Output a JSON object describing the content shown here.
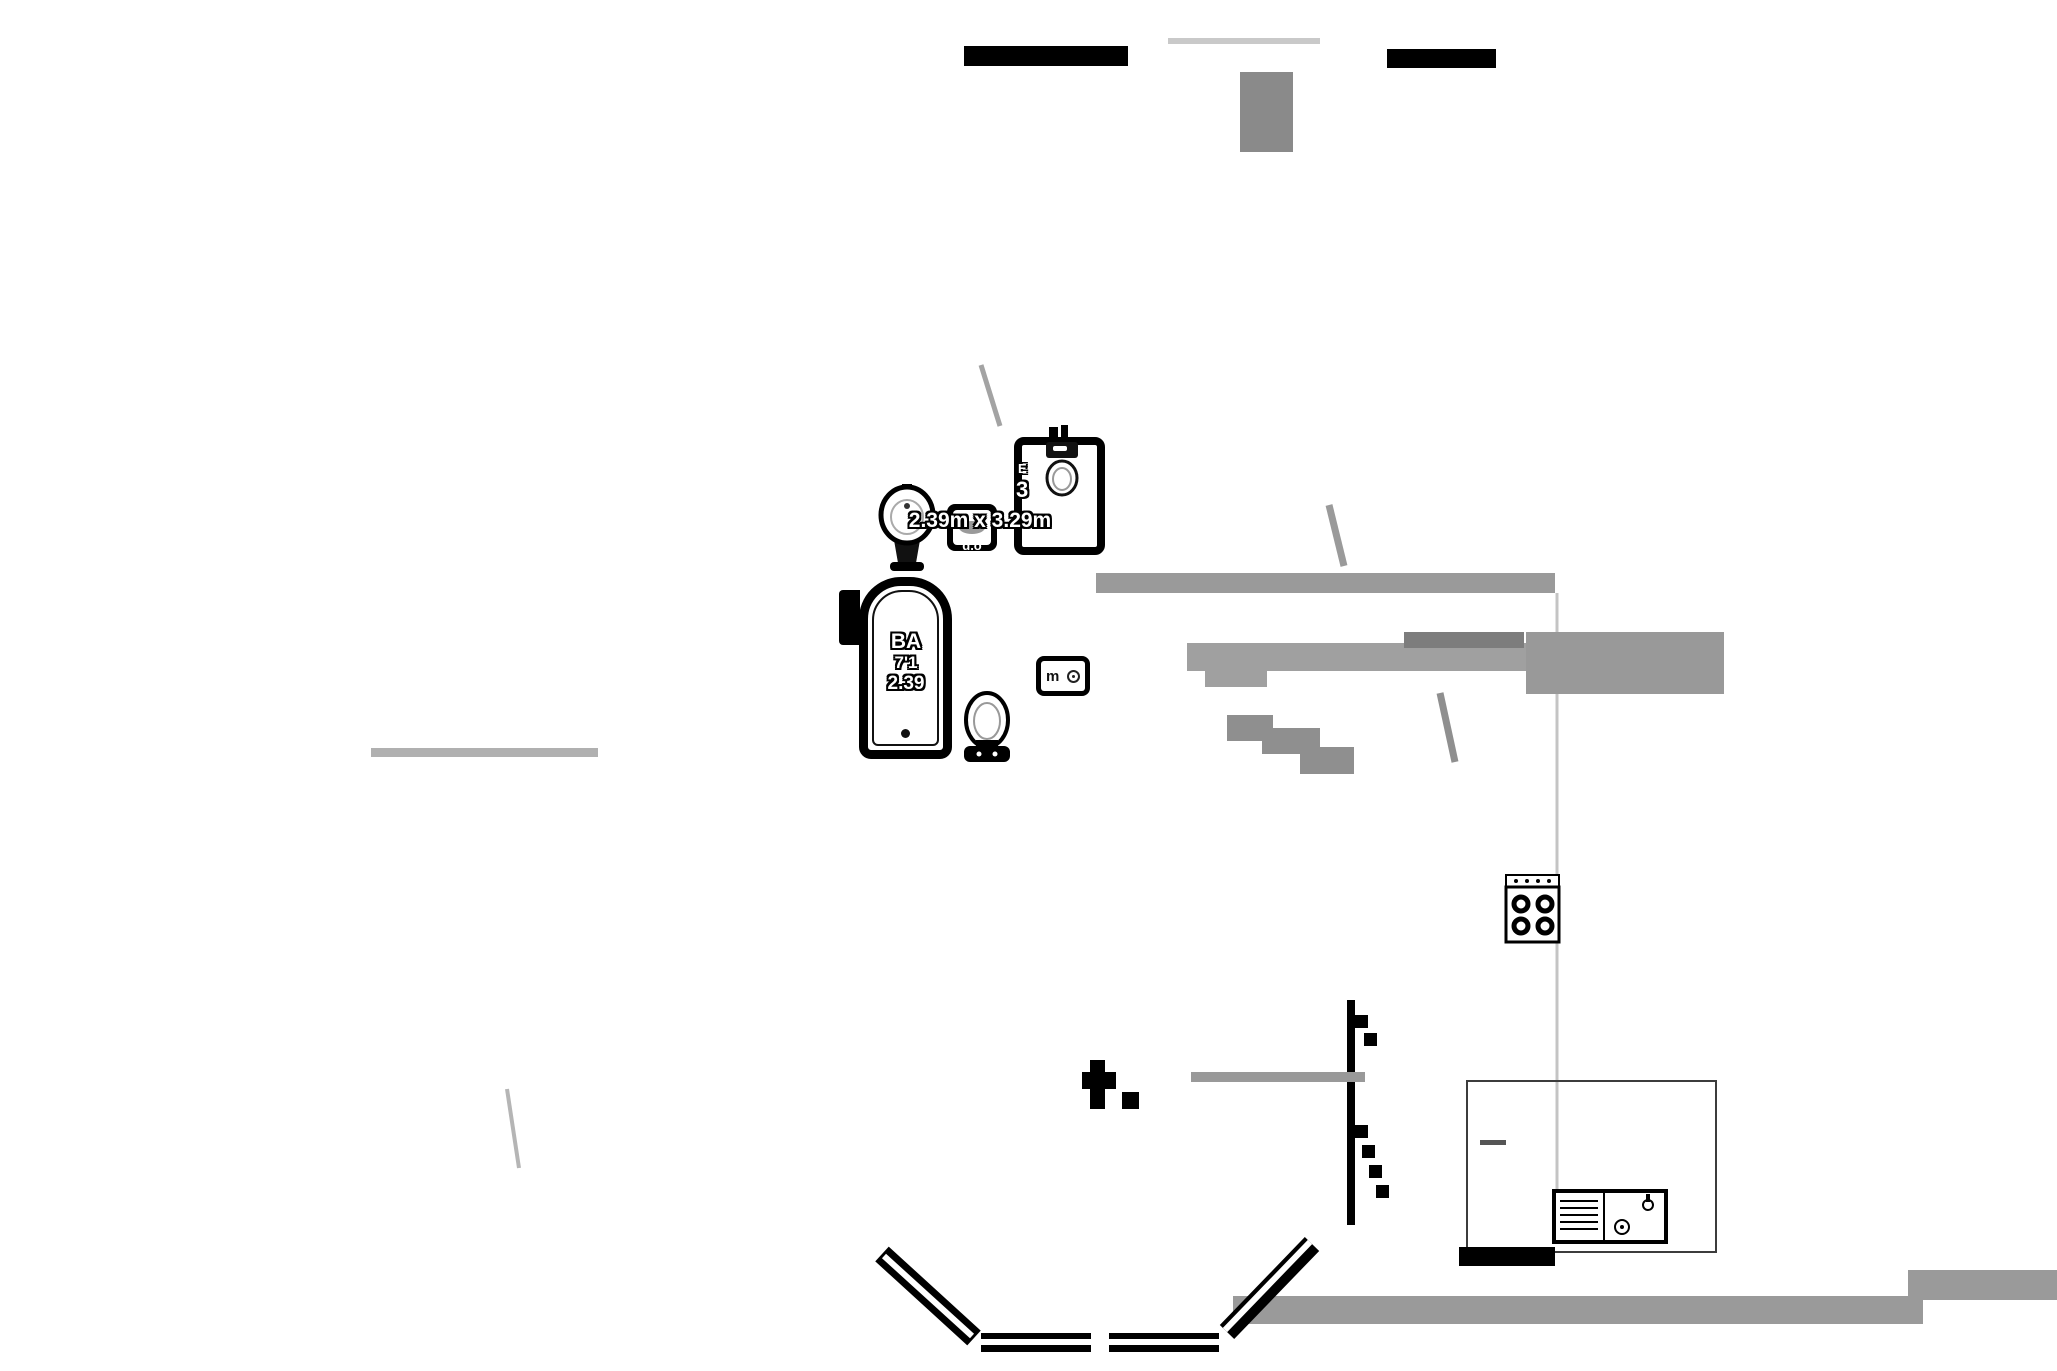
{
  "bathroom": {
    "dim_text": "2.39m x 3.29m",
    "name_line": "BA",
    "imperial_line": "7'1",
    "metric_line": "2.39",
    "wc_note_top": "E",
    "wc_note": "3"
  },
  "fixtures": {
    "appliance_left_label": "d.o",
    "appliance_right_label": "m"
  },
  "colors": {
    "wall": "#000000",
    "faded_wall": "#9a9a9a",
    "chimney": "#8a8a8a",
    "background": "#ffffff"
  }
}
